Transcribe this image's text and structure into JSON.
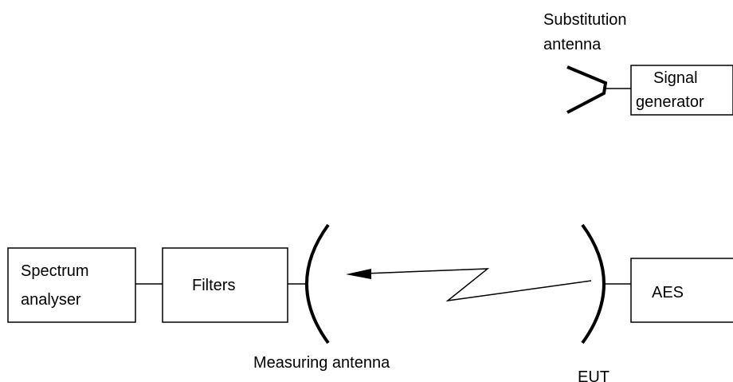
{
  "diagram": {
    "substitution_antenna": {
      "label_line1": "Substitution",
      "label_line2": "antenna"
    },
    "signal_generator": {
      "label_line1": "Signal",
      "label_line2": "generator"
    },
    "spectrum_analyser": {
      "label_line1": "Spectrum",
      "label_line2": "analyser"
    },
    "filters": {
      "label": "Filters"
    },
    "measuring_antenna": {
      "label": "Measuring antenna"
    },
    "eut": {
      "label": "EUT"
    },
    "aes": {
      "label": "AES"
    }
  },
  "colors": {
    "stroke": "#000000",
    "background": "#ffffff"
  }
}
